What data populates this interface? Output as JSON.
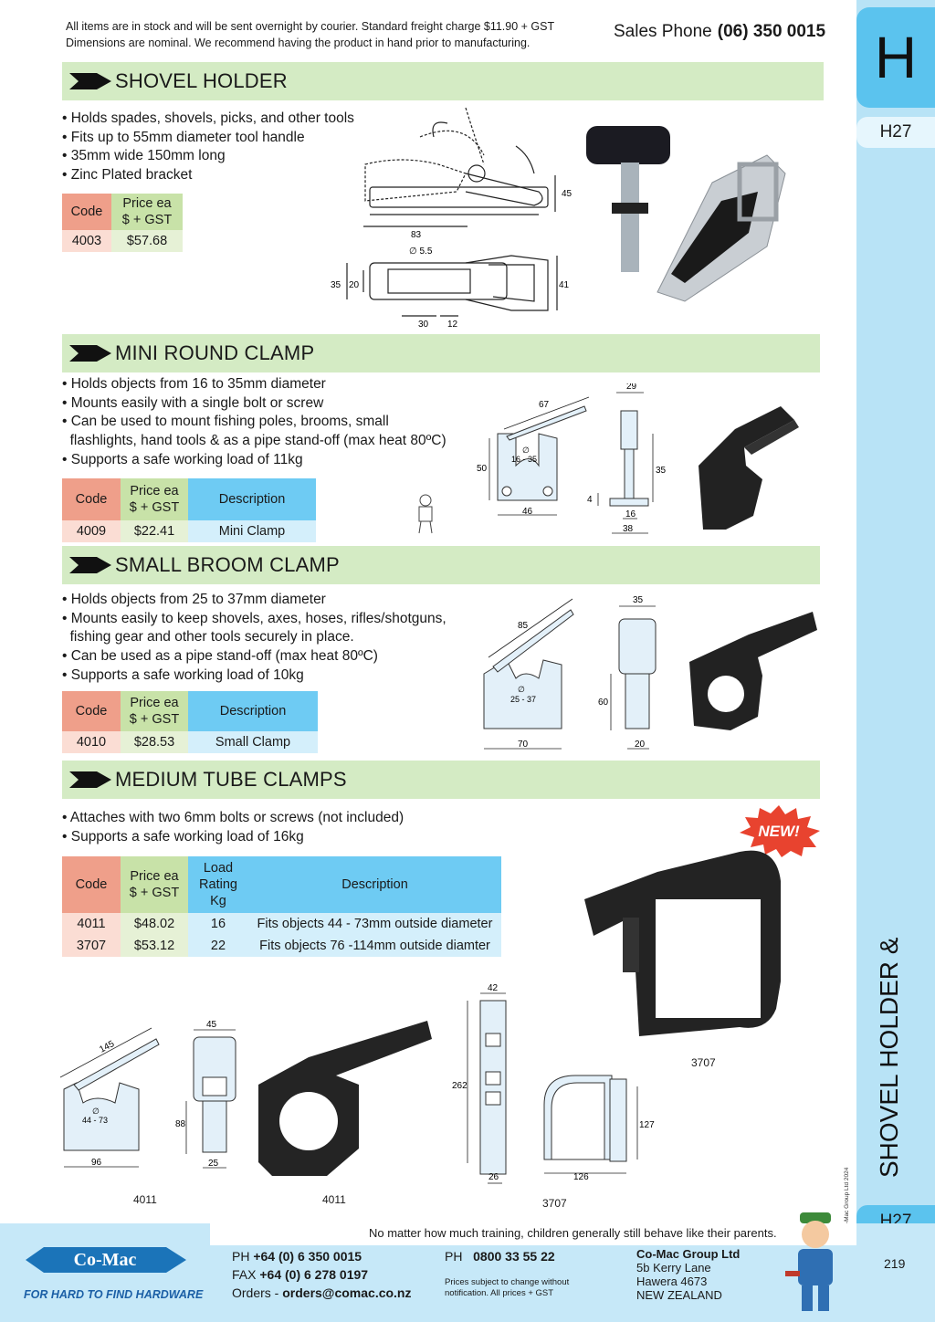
{
  "header": {
    "notice_line1": "All items are in stock and will be sent overnight by courier. Standard freight charge $11.90 + GST",
    "notice_line2": "Dimensions are nominal. We recommend having the product in hand prior to manufacturing.",
    "sales_label": "Sales Phone",
    "sales_phone": "(06) 350 0015"
  },
  "sidebar": {
    "letter": "H",
    "code_top": "H27",
    "title": "SHOVEL HOLDER & CLAMPS",
    "copyright": "© Co-Mac Group Ltd 2024",
    "code_bottom": "H27",
    "page_number": "219"
  },
  "sections": {
    "shovel": {
      "title": "SHOVEL HOLDER",
      "bullets": [
        "• Holds spades, shovels, picks, and other tools",
        "• Fits up to 55mm diameter tool handle",
        "• 35mm wide 150mm long",
        "• Zinc Plated bracket"
      ],
      "headers": {
        "code": "Code",
        "price1": "Price ea",
        "price2": "$ + GST"
      },
      "rows": [
        {
          "code": "4003",
          "price": "$57.68"
        }
      ],
      "dims": {
        "d83": "83",
        "d45": "45",
        "d55": "∅ 5.5",
        "d35": "35",
        "d20": "20",
        "d41": "41",
        "d30": "30",
        "d12": "12"
      }
    },
    "mini": {
      "title": "MINI ROUND CLAMP",
      "bullets": [
        "• Holds objects from 16 to 35mm diameter",
        "• Mounts easily with a single bolt or screw",
        "• Can be used to mount fishing poles, brooms, small",
        "  flashlights, hand tools & as a pipe stand-off (max heat 80ºC)",
        "• Supports a safe working load of 11kg"
      ],
      "headers": {
        "code": "Code",
        "price1": "Price ea",
        "price2": "$ + GST",
        "desc": "Description"
      },
      "rows": [
        {
          "code": "4009",
          "price": "$22.41",
          "desc": "Mini Clamp"
        }
      ],
      "dims": {
        "d67": "67",
        "d29": "29",
        "d50": "50",
        "dia": "∅",
        "range": "16 - 35",
        "d46": "46",
        "d35": "35",
        "d4": "4",
        "d16": "16",
        "d38": "38"
      }
    },
    "small": {
      "title": "SMALL BROOM CLAMP",
      "bullets": [
        "• Holds objects from 25 to 37mm diameter",
        "• Mounts easily to keep shovels, axes, hoses, rifles/shotguns,",
        "  fishing gear and other tools securely in place.",
        "• Can be used as a pipe stand-off (max heat 80ºC)",
        "• Supports a safe working load of 10kg"
      ],
      "headers": {
        "code": "Code",
        "price1": "Price ea",
        "price2": "$ + GST",
        "desc": "Description"
      },
      "rows": [
        {
          "code": "4010",
          "price": "$28.53",
          "desc": "Small Clamp"
        }
      ],
      "dims": {
        "d85": "85",
        "d35": "35",
        "dia": "∅",
        "range": "25 - 37",
        "d60": "60",
        "d70": "70",
        "d20": "20"
      }
    },
    "medium": {
      "title": "MEDIUM TUBE CLAMPS",
      "bullets": [
        "• Attaches with two 6mm bolts or screws (not included)",
        "• Supports a safe working load of 16kg"
      ],
      "headers": {
        "code": "Code",
        "price1": "Price ea",
        "price2": "$ + GST",
        "load1": "Load",
        "load2": "Rating",
        "load3": "Kg",
        "desc": "Description"
      },
      "rows": [
        {
          "code": "4011",
          "price": "$48.02",
          "load": "16",
          "desc": "Fits objects 44 - 73mm outside diameter"
        },
        {
          "code": "3707",
          "price": "$53.12",
          "load": "22",
          "desc": "Fits objects 76 -114mm outside diamter"
        }
      ],
      "new_badge": "NEW!",
      "dims": {
        "d145": "145",
        "dia": "∅",
        "range": "44 - 73",
        "d96": "96",
        "d45": "45",
        "d88": "88",
        "d25": "25",
        "d42": "42",
        "d262": "262",
        "d26": "26",
        "d127": "127",
        "d126": "126"
      },
      "captions": {
        "a": "4011",
        "b": "4011",
        "c": "3707",
        "d": "3707"
      }
    }
  },
  "footer": {
    "quote": "No matter how much training, children generally still behave like their parents.",
    "logo": "Co-Mac",
    "tagline": "FOR HARD TO FIND HARDWARE",
    "ph_label": "PH",
    "ph": "+64 (0) 6 350 0015",
    "fax_label": "FAX",
    "fax": "+64 (0) 6 278 0197",
    "orders_label": "Orders -",
    "orders": "orders@comac.co.nz",
    "ph2_label": "PH",
    "ph2": "0800 33 55 22",
    "disclaimer1": "Prices subject to change without",
    "disclaimer2": "notification. All prices + GST",
    "company": "Co-Mac Group Ltd",
    "addr1": "5b Kerry Lane",
    "addr2": "Hawera 4673",
    "addr3": "NEW ZEALAND"
  }
}
